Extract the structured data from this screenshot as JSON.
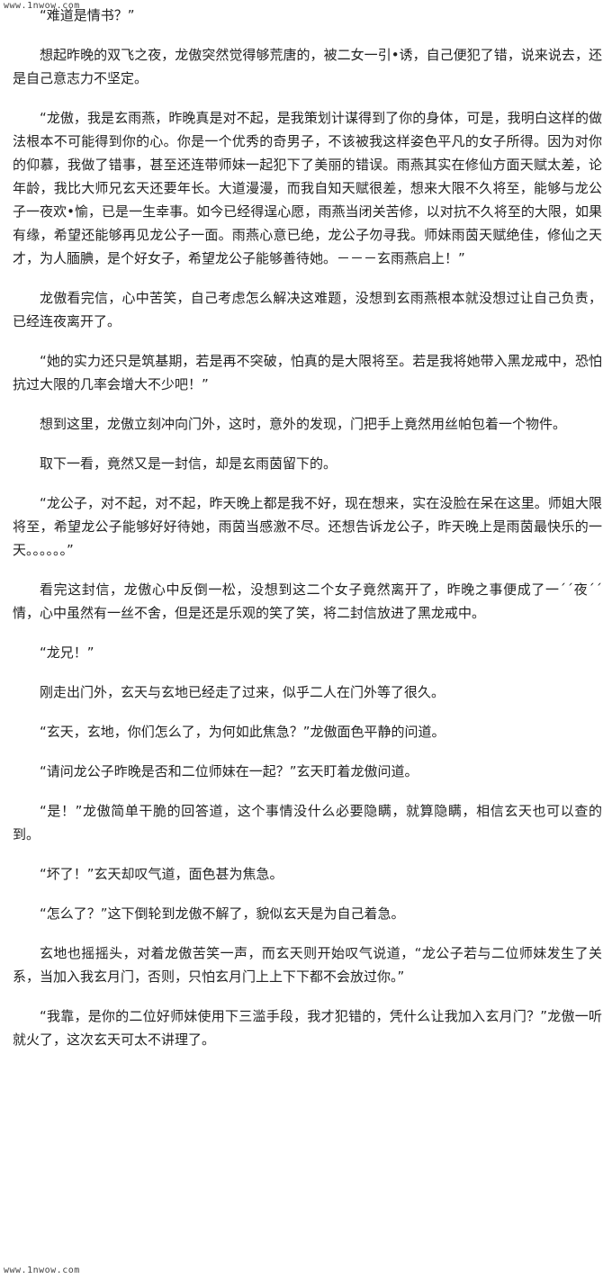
{
  "watermark": {
    "top": "www.1nwow.com",
    "bottom": "www.1nwow.com"
  },
  "article": {
    "paragraphs": [
      "“难道是情书？”",
      "想起昨晚的双飞之夜，龙傲突然觉得够荒唐的，被二女一引•诱，自己便犯了错，说来说去，还是自己意志力不坚定。",
      "“龙傲，我是玄雨燕，昨晚真是对不起，是我策划计谋得到了你的身体，可是，我明白这样的做法根本不可能得到你的心。你是一个优秀的奇男子，不该被我这样姿色平凡的女子所得。因为对你的仰慕，我做了错事，甚至还连带师妹一起犯下了美丽的错误。雨燕其实在修仙方面天赋太差，论年龄，我比大师兄玄天还要年长。大道漫漫，而我自知天赋很差，想来大限不久将至，能够与龙公子一夜欢•愉，已是一生幸事。如今已经得逞心愿，雨燕当闭关苦修，以对抗不久将至的大限，如果有缘，希望还能够再见龙公子一面。雨燕心意已绝，龙公子勿寻我。师妹雨茵天赋绝佳，修仙之天才，为人腼腆，是个好女子，希望龙公子能够善待她。－－－玄雨燕启上！”",
      "龙傲看完信，心中苦笑，自己考虑怎么解决这难题，没想到玄雨燕根本就没想过让自己负责，已经连夜离开了。",
      "“她的实力还只是筑基期，若是再不突破，怕真的是大限将至。若是我将她带入黑龙戒中，恐怕抗过大限的几率会增大不少吧！”",
      "想到这里，龙傲立刻冲向门外，这时，意外的发现，门把手上竟然用丝帕包着一个物件。",
      "取下一看，竟然又是一封信，却是玄雨茵留下的。",
      "“龙公子，对不起，对不起，昨天晚上都是我不好，现在想来，实在没脸在呆在这里。师姐大限将至，希望龙公子能够好好待她，雨茵当感激不尽。还想告诉龙公子，昨天晚上是雨茵最快乐的一天。。。。。。”",
      "看完这封信，龙傲心中反倒一松，没想到这二个女子竟然离开了，昨晚之事便成了一ˊˊ夜ˊˊ情，心中虽然有一丝不舍，但是还是乐观的笑了笑，将二封信放进了黑龙戒中。",
      "“龙兄！”",
      "刚走出门外，玄天与玄地已经走了过来，似乎二人在门外等了很久。",
      "“玄天，玄地，你们怎么了，为何如此焦急？”龙傲面色平静的问道。",
      "“请问龙公子昨晚是否和二位师妹在一起？”玄天盯着龙傲问道。",
      "“是！”龙傲简单干脆的回答道，这个事情没什么必要隐瞒，就算隐瞒，相信玄天也可以查的到。",
      "“坏了！”玄天却叹气道，面色甚为焦急。",
      "“怎么了？”这下倒轮到龙傲不解了，貌似玄天是为自己着急。",
      "玄地也摇摇头，对着龙傲苦笑一声，而玄天则开始叹气说道，“龙公子若与二位师妹发生了关系，当加入我玄月门，否则，只怕玄月门上上下下都不会放过你。”",
      "“我靠，是你的二位好师妹使用下三滥手段，我才犯错的，凭什么让我加入玄月门？”龙傲一听就火了，这次玄天可太不讲理了。"
    ]
  }
}
